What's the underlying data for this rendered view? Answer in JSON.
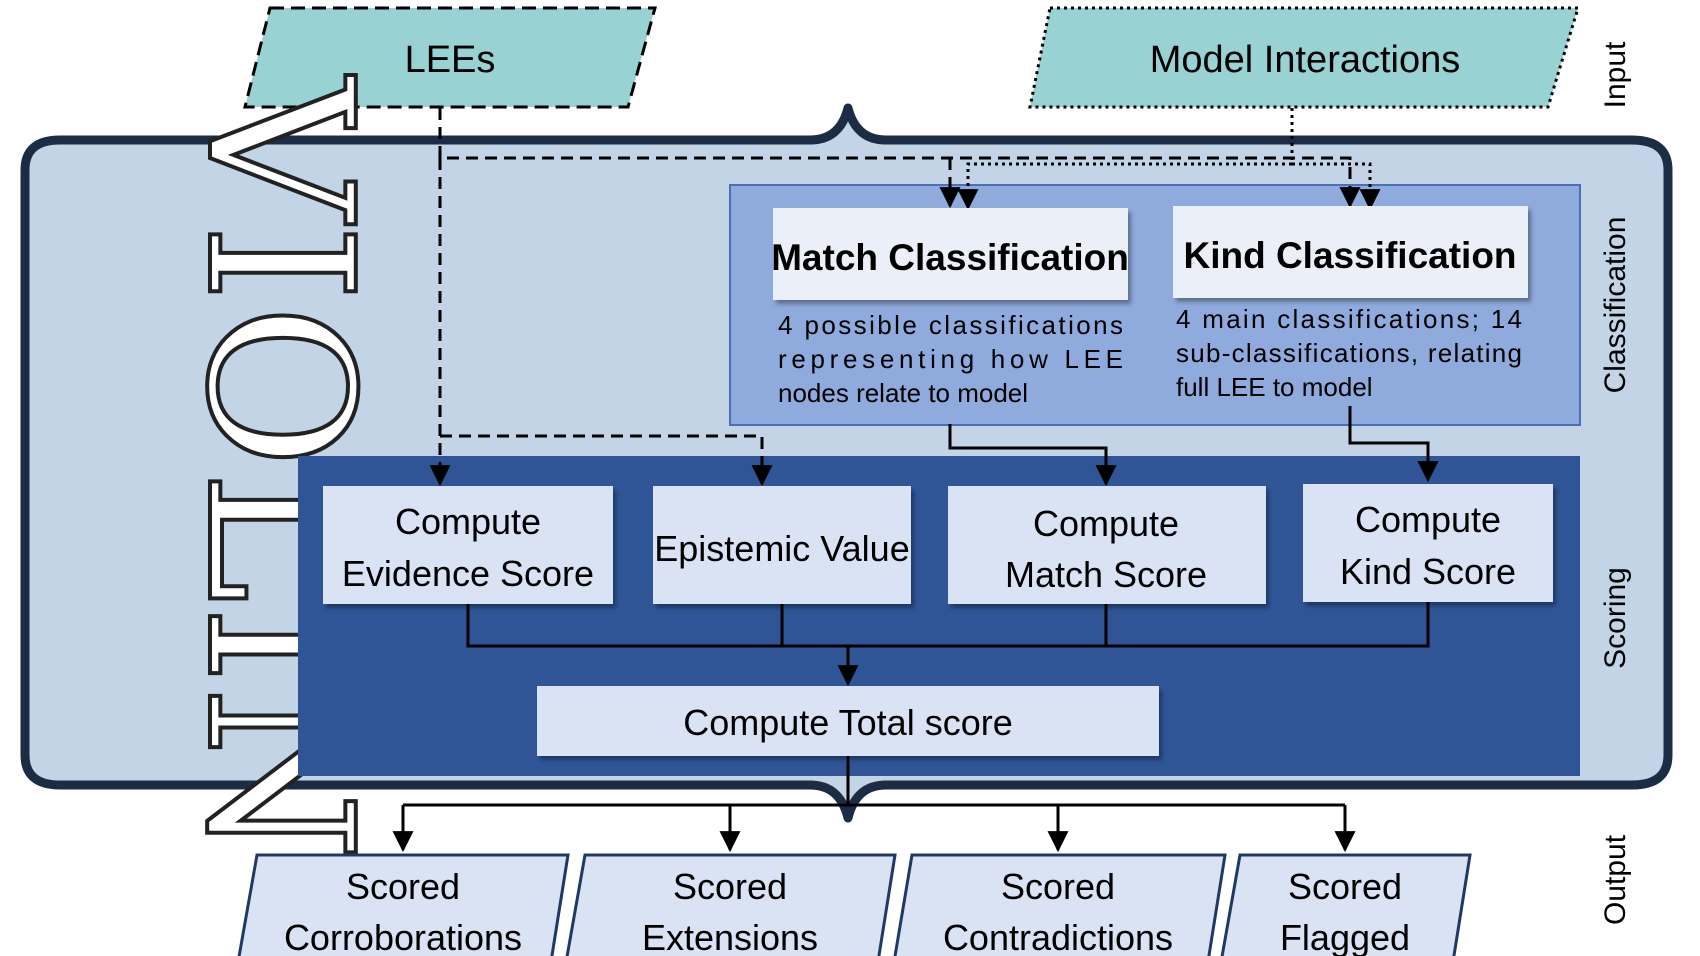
{
  "inputs": {
    "lees": "LEEs",
    "model_interactions": "Model Interactions"
  },
  "side_labels": {
    "input": "Input",
    "classification": "Classification",
    "scoring": "Scoring",
    "output": "Output"
  },
  "logo_text": "VIOLIN",
  "classification": {
    "match": {
      "title": "Match Classification",
      "desc_lines": [
        "4 possible classifications",
        "representing how LEE",
        "nodes relate to model"
      ]
    },
    "kind": {
      "title": "Kind Classification",
      "desc_lines": [
        "4 main classifications; 14",
        "sub-classifications, relating",
        "full LEE to model"
      ]
    }
  },
  "scoring": {
    "evidence": [
      "Compute",
      "Evidence Score"
    ],
    "epistemic": [
      "Epistemic Value"
    ],
    "match": [
      "Compute",
      "Match Score"
    ],
    "kind": [
      "Compute",
      "Kind Score"
    ],
    "total": "Compute Total score"
  },
  "outputs": [
    [
      "Scored",
      "Corroborations"
    ],
    [
      "Scored",
      "Extensions"
    ],
    [
      "Scored",
      "Contradictions"
    ],
    [
      "Scored",
      "Flagged"
    ]
  ],
  "colors": {
    "input_fill": "#98d2d2",
    "outer_fill": "#c2d4e6",
    "outer_border": "#1c2c45",
    "classification_fill": "#8faadc",
    "scoring_fill": "#2f5597",
    "box_fill": "#dae3f3",
    "output_fill": "#dae3f3",
    "output_border": "#1f3864"
  }
}
